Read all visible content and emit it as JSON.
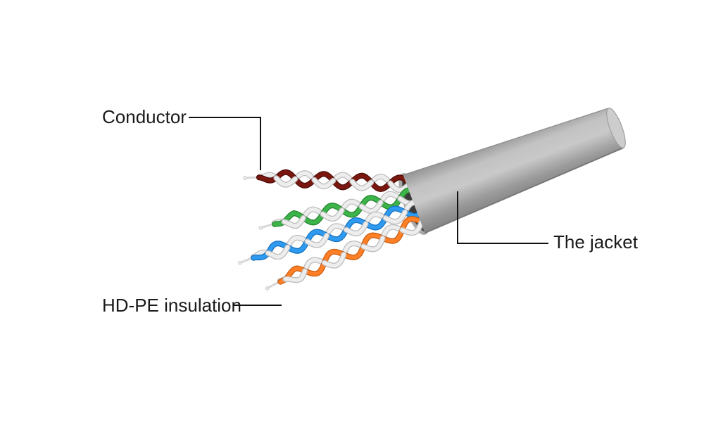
{
  "figure": {
    "description": "Cutaway diagram of a UTP network cable showing twisted pairs emerging from the jacket",
    "labels": {
      "conductor": "Conductor",
      "insulation": "HD-PE insulation",
      "jacket": "The jacket"
    }
  },
  "colors": {
    "background": "#FFFFFF",
    "annotation_line": "#111111",
    "label_text": "#1A1A1A",
    "jacket_gray": "#CDCDCD",
    "jacket_dark": "#8A8A8A",
    "opening_dark": "#474747",
    "wire_white": "#EDEDED",
    "wire_white_edge": "#BDBDBD",
    "pair_maroon": "#7A170F",
    "pair_maroon_edge": "#4E0D09",
    "pair_green": "#3CB44A",
    "pair_green_edge": "#27842F",
    "pair_blue": "#2E9BF0",
    "pair_blue_edge": "#1670BE",
    "pair_orange": "#FF7F27",
    "pair_orange_edge": "#C75E12",
    "conductor_tip": "#D8D8D8"
  }
}
